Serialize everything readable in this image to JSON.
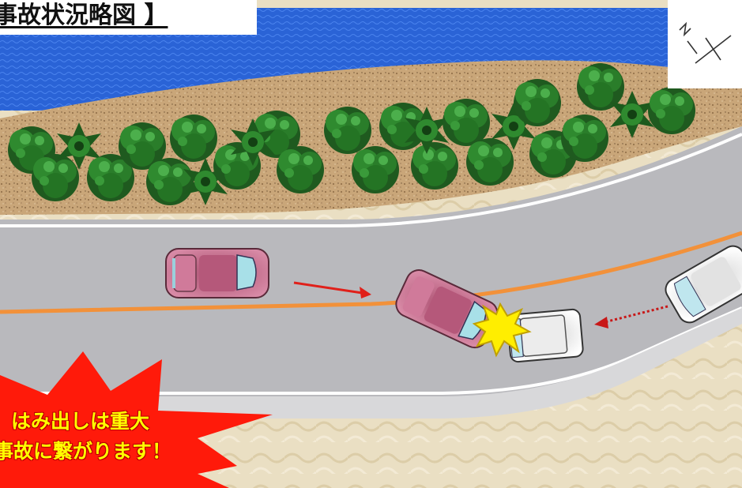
{
  "title": "事故状況略図 】",
  "warning": {
    "line1": "はみ出しは重大",
    "line2": "事故に繋がります！"
  },
  "colors": {
    "water": "#2a63d6",
    "shore": "#c9a679",
    "road": "#b8b8bc",
    "center_line": "#f2913a",
    "red_car": "#c06a8a",
    "white_car": "#f2f2f2",
    "burst_red": "#ff1a0a",
    "warning_text": "#ffff00"
  },
  "icons": [
    "compass-icon",
    "tree-icon",
    "car-icon",
    "crash-burst-icon",
    "arrow-icon"
  ]
}
